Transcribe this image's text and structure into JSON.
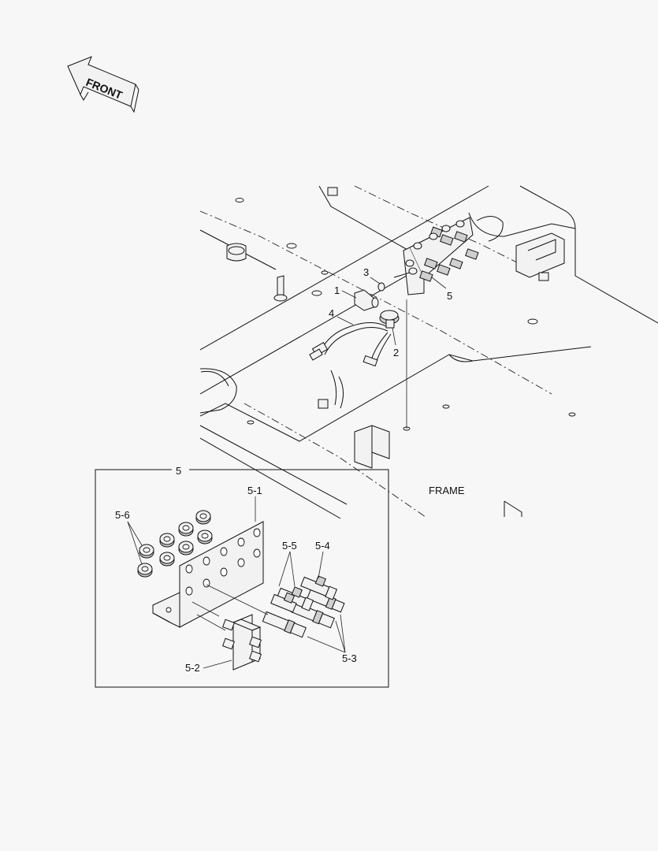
{
  "front_arrow": {
    "label": "FRONT"
  },
  "callouts": {
    "c1": "1",
    "c2": "2",
    "c3": "3",
    "c4": "4",
    "c5": "5"
  },
  "frame_label": "FRAME",
  "detail": {
    "title": "5",
    "c5_1": "5-1",
    "c5_2": "5-2",
    "c5_3": "5-3",
    "c5_4": "5-4",
    "c5_5": "5-5",
    "c5_6": "5-6"
  }
}
